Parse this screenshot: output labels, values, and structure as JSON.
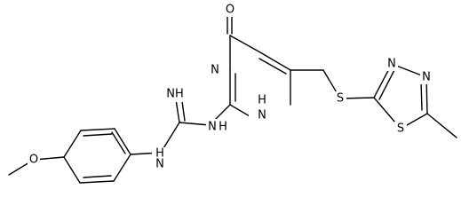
{
  "colors": {
    "background": "#ffffff",
    "ink": "#000000"
  },
  "atoms": {
    "carbonyl_o": "O",
    "ring_n3": "N",
    "ring_nh": "H",
    "ring_n1": "N",
    "amine_nh": "H",
    "amine_n": "N",
    "imine_nh": "NH",
    "aryl_amine_nh": "H",
    "aryl_amine_n": "N",
    "methoxy_o": "O",
    "thioether_s": "S",
    "thiadiazole_s": "S",
    "thiadiazole_n3": "N",
    "thiadiazole_n4": "N"
  }
}
